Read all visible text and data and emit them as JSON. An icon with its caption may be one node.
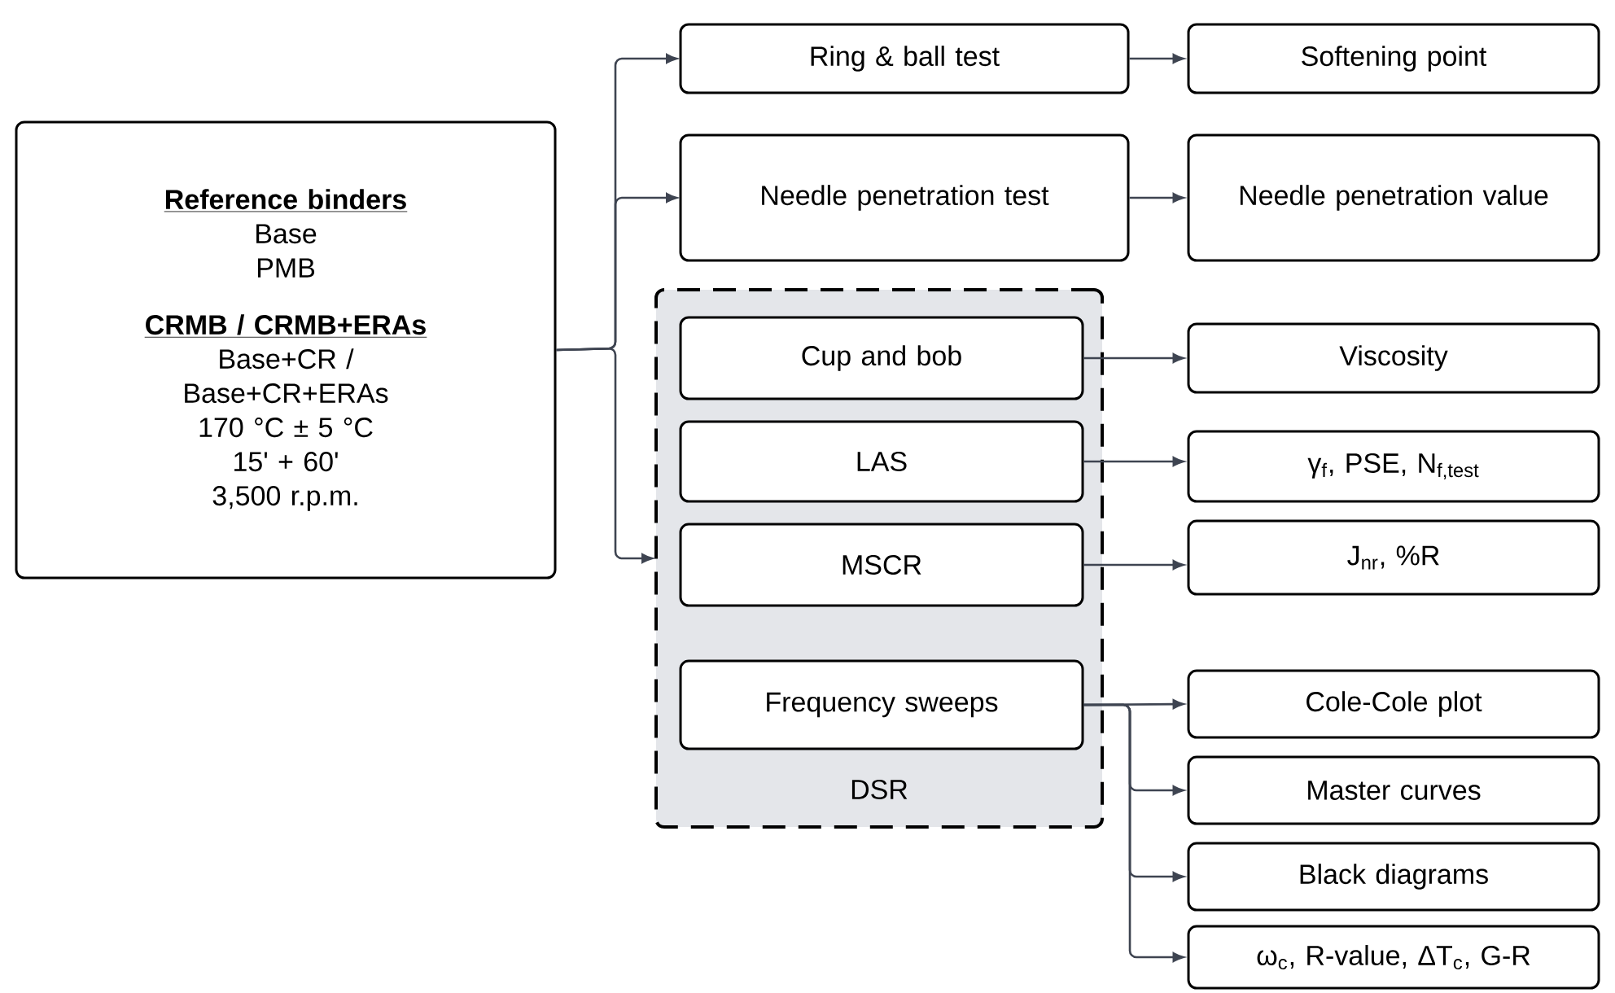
{
  "diagram": {
    "nodes": [
      {
        "text": [
          "Reference binders",
          "Base",
          "PMB",
          "CRMB / CRMB+ERAs",
          "Base+CR / Base+CR+ERAs",
          "170 °C ± 5 °C",
          "15' + 60'",
          "3,500 r.p.m."
        ]
      },
      {
        "text": [
          "Ring & ball test"
        ]
      },
      {
        "text": [
          "Needle penetration test"
        ]
      },
      {
        "text": [
          "DSR"
        ]
      },
      {
        "text": [
          "Cup and bob"
        ],
        "in": 3
      },
      {
        "text": [
          "LAS"
        ],
        "in": 3
      },
      {
        "text": [
          "MSCR"
        ],
        "in": 3
      },
      {
        "text": [
          "Frequency sweeps"
        ],
        "in": 3
      },
      {
        "text": [
          "Softening point"
        ]
      },
      {
        "text": [
          "Needle penetration value"
        ]
      },
      {
        "text": [
          "Viscosity"
        ]
      },
      {
        "text": [
          "γ$_{f}$, PSE, N$_{f,test}$"
        ]
      },
      {
        "text": [
          "J$_{nr}$, %R"
        ]
      },
      {
        "text": [
          "Cole-Cole plot"
        ]
      },
      {
        "text": [
          "Master curves"
        ]
      },
      {
        "text": [
          "Black diagrams"
        ]
      },
      {
        "text": [
          "ω$_{c}$, R-value, ΔT$_{c}$, G-R"
        ]
      }
    ],
    "edges": [
      {
        "from": 0,
        "to": 1,
        "arrow": "to"
      },
      {
        "from": 0,
        "to": 2,
        "arrow": "to"
      },
      {
        "from": 0,
        "to": 3,
        "arrow": "to"
      },
      {
        "from": 1,
        "to": 8,
        "arrow": "to"
      },
      {
        "from": 2,
        "to": 9,
        "arrow": "to"
      },
      {
        "from": 4,
        "to": 10,
        "arrow": "to"
      },
      {
        "from": 5,
        "to": 11,
        "arrow": "to"
      },
      {
        "from": 6,
        "to": 12,
        "arrow": "to"
      },
      {
        "from": 7,
        "to": 13,
        "arrow": "to"
      },
      {
        "from": 7,
        "to": 14,
        "arrow": "to"
      },
      {
        "from": 7,
        "to": 15,
        "arrow": "to"
      },
      {
        "from": 7,
        "to": 16,
        "arrow": "to"
      }
    ]
  }
}
